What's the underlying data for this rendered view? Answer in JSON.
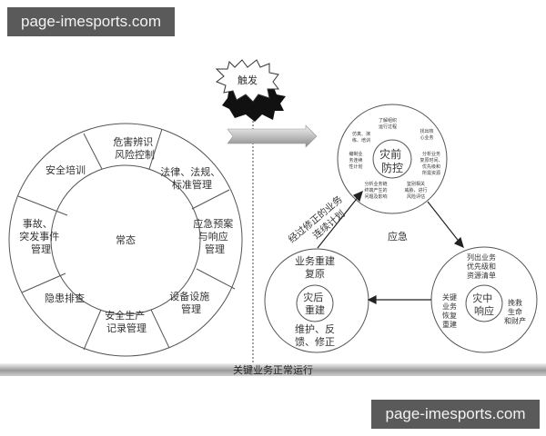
{
  "watermarks": {
    "top": "page-imesports.com",
    "bottom": "page-imesports.com"
  },
  "left_wheel": {
    "center_label": "常态",
    "segments": [
      {
        "lines": [
          "危害辨识",
          "风险控制"
        ]
      },
      {
        "lines": [
          "法律、法规、",
          "标准管理"
        ]
      },
      {
        "lines": [
          "应急预案",
          "与响应",
          "管理"
        ]
      },
      {
        "lines": [
          "设备设施",
          "管理"
        ]
      },
      {
        "lines": [
          "安全生产",
          "记录管理"
        ]
      },
      {
        "lines": [
          "隐患排查"
        ]
      },
      {
        "lines": [
          "事故、",
          "突发事件",
          "管理"
        ]
      },
      {
        "lines": [
          "安全培训"
        ]
      }
    ]
  },
  "trigger": {
    "label": "触发"
  },
  "cycle": {
    "center_label": "应急",
    "arrow_label": [
      "经过修正的业务",
      "连续计划"
    ],
    "pre": {
      "core": [
        "灾前",
        "防控"
      ],
      "items": [
        {
          "lines": [
            "了解组织",
            "运行过程"
          ]
        },
        {
          "lines": [
            "找出核",
            "心业务"
          ]
        },
        {
          "lines": [
            "分析业务",
            "复原时间、",
            "优先级和",
            "所需资源"
          ]
        },
        {
          "lines": [
            "鉴别相关",
            "威胁，进行",
            "风险评估"
          ]
        },
        {
          "lines": [
            "分析业务链",
            "终端产生的",
            "问题及影响"
          ]
        },
        {
          "lines": [
            "编制业",
            "务连续",
            "性计划"
          ]
        },
        {
          "lines": [
            "仿真、演",
            "练、培训"
          ]
        }
      ]
    },
    "during": {
      "core": [
        "灾中",
        "响应"
      ],
      "items": [
        {
          "lines": [
            "列出业务",
            "优先级和",
            "资源清单"
          ]
        },
        {
          "lines": [
            "挽救",
            "生命",
            "和财产"
          ]
        },
        {
          "lines": [
            "关键",
            "业务",
            "恢复",
            "重建"
          ]
        }
      ]
    },
    "post": {
      "core": [
        "灾后",
        "重建"
      ],
      "items": [
        {
          "lines": [
            "业务重建",
            "复原"
          ]
        },
        {
          "lines": [
            "维护、反",
            "馈、修正"
          ]
        }
      ]
    }
  },
  "bottom_bar": {
    "label": "关键业务正常运行"
  }
}
